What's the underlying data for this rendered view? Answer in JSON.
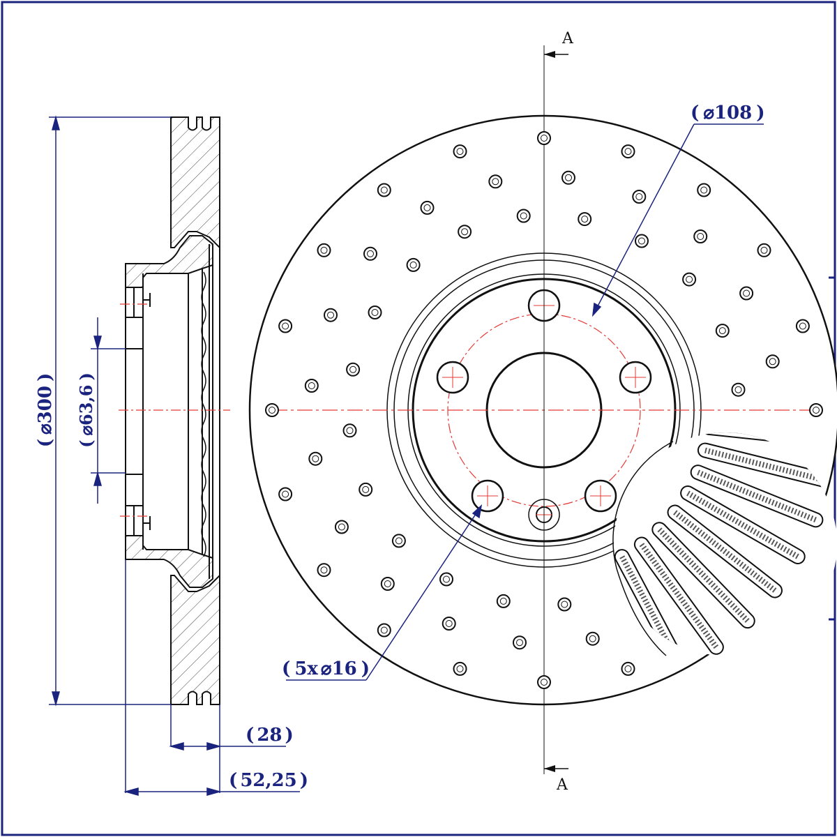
{
  "section_marker": {
    "label": "A"
  },
  "dimensions": {
    "overall_diameter": {
      "prefix": "(",
      "symbol": "⌀",
      "value": "300",
      "suffix": ")"
    },
    "center_bore": {
      "prefix": "(",
      "symbol": "⌀",
      "value": "63,6",
      "suffix": ")"
    },
    "bolt_circle": {
      "prefix": "(",
      "symbol": "⌀",
      "value": "108",
      "suffix": ")"
    },
    "bolt_holes": {
      "prefix": "(",
      "count": "5x",
      "symbol": "⌀",
      "value": "16",
      "suffix": ")"
    },
    "disc_thickness": {
      "prefix": "(",
      "value": "28",
      "suffix": ")"
    },
    "overall_height": {
      "prefix": "(",
      "value": "52,25",
      "suffix": ")"
    }
  },
  "colors": {
    "outline": "#111111",
    "dimension": "#1a237e",
    "centerline": "#e53935",
    "border": "#1a237e"
  }
}
